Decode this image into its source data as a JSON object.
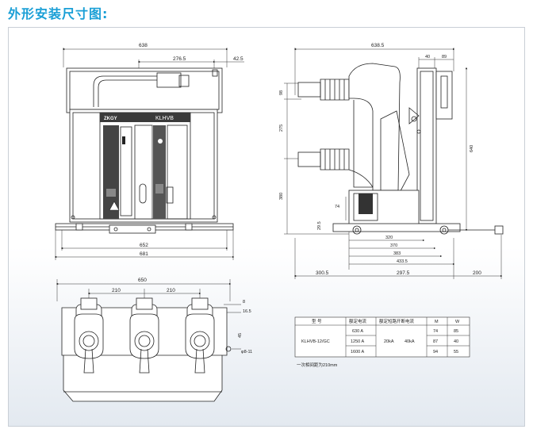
{
  "page": {
    "title": "外形安装尺寸图:"
  },
  "front_view": {
    "dims": {
      "overall_width": "638",
      "offset_a": "276.5",
      "offset_b": "42.5",
      "base_inner": "652",
      "base_outer": "681"
    },
    "brand": "ZKGY",
    "model": "KLHVB"
  },
  "side_view": {
    "dims": {
      "overall_width": "638.5",
      "top_right_a": "40",
      "top_right_b": "89",
      "left_upper": "98",
      "left_mid": "275",
      "left_lower": "380",
      "inner_a": "74",
      "inner_b": "29.5",
      "right_height": "640",
      "d1": "320",
      "d2": "370",
      "d3": "383",
      "d4": "433.5",
      "bottom_a": "300.5",
      "bottom_b": "297.5",
      "bottom_c": "200"
    }
  },
  "top_view": {
    "dims": {
      "width": "650",
      "pitch_a": "210",
      "pitch_b": "210",
      "r_a": "8",
      "r_b": "16.5",
      "r_c": "45",
      "hole": "φ8-11"
    }
  },
  "spec_table": {
    "headers": [
      "型 号",
      "额定电流",
      "额定短路开断电流",
      "M",
      "W"
    ],
    "model": "KLHVB-12/GC",
    "currents": [
      "630 A",
      "1250 A",
      "1600 A"
    ],
    "breaking_a": "20kA",
    "breaking_b": "40kA",
    "m_values": [
      "74",
      "87",
      "94"
    ],
    "w_values": [
      "85",
      "40",
      "55"
    ],
    "note": "一次相间距为210mm"
  }
}
